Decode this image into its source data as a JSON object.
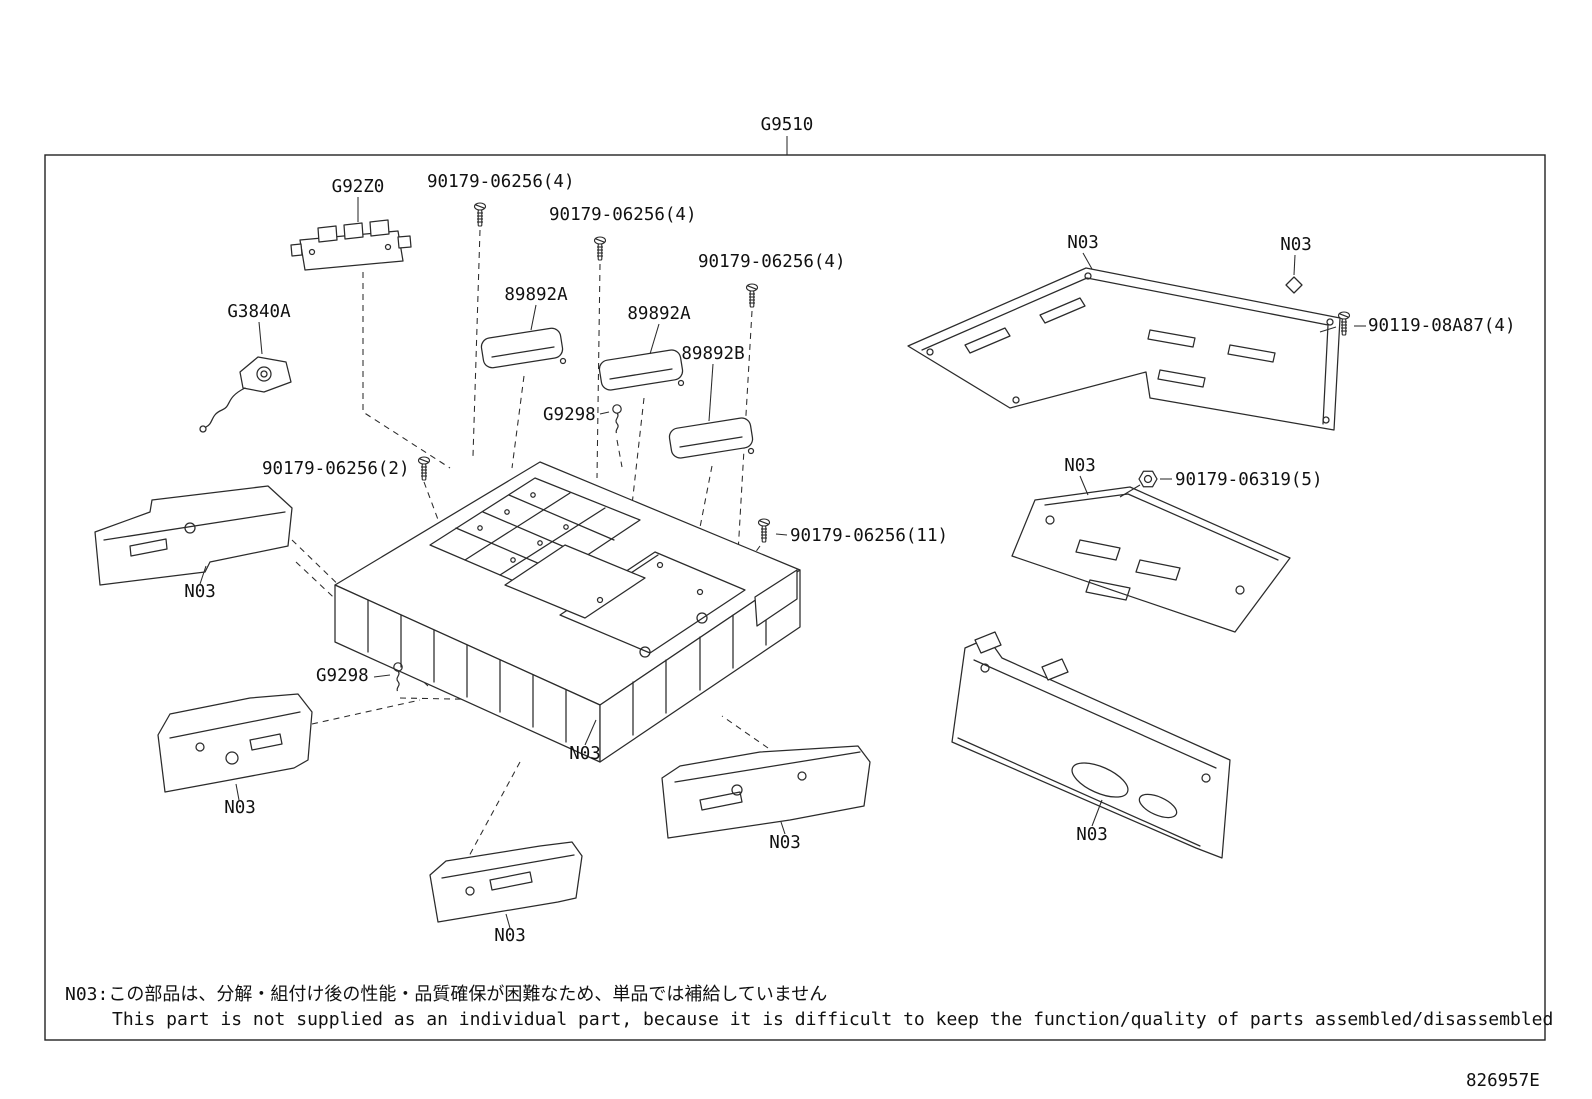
{
  "title": {
    "part_number": "G9510"
  },
  "labels": [
    {
      "id": "g92z0",
      "text": "G92Z0"
    },
    {
      "id": "bolt-06256-4-a",
      "text": "90179-06256(4)"
    },
    {
      "id": "bolt-06256-4-b",
      "text": "90179-06256(4)"
    },
    {
      "id": "bolt-06256-4-c",
      "text": "90179-06256(4)"
    },
    {
      "id": "cover-89892a-1",
      "text": "89892A"
    },
    {
      "id": "cover-89892a-2",
      "text": "89892A"
    },
    {
      "id": "cover-89892b",
      "text": "89892B"
    },
    {
      "id": "g3840a",
      "text": "G3840A"
    },
    {
      "id": "n03-top-cover",
      "text": "N03"
    },
    {
      "id": "n03-top-plate",
      "text": "N03"
    },
    {
      "id": "bolt-08a87",
      "text": "90119-08A87(4)"
    },
    {
      "id": "g9298-upper",
      "text": "G9298"
    },
    {
      "id": "bolt-06256-2",
      "text": "90179-06256(2)"
    },
    {
      "id": "n03-mid-panel",
      "text": "N03"
    },
    {
      "id": "nut-06319-5",
      "text": "90179-06319(5)"
    },
    {
      "id": "bolt-06256-11",
      "text": "90179-06256(11)"
    },
    {
      "id": "n03-left-bracket",
      "text": "N03"
    },
    {
      "id": "g9298-lower",
      "text": "G9298"
    },
    {
      "id": "n03-front",
      "text": "N03"
    },
    {
      "id": "n03-bottom-left",
      "text": "N03"
    },
    {
      "id": "n03-bottom-center",
      "text": "N03"
    },
    {
      "id": "n03-bottom-right",
      "text": "N03"
    },
    {
      "id": "n03-bottom-long",
      "text": "N03"
    }
  ],
  "footnote": {
    "jp": "N03:この部品は、分解・組付け後の性能・品質確保が困難なため、単品では補給していません",
    "en": "This part is not supplied as an individual part, because it is difficult to keep the function/quality of parts assembled/disassembled"
  },
  "sheet_code": "826957E"
}
